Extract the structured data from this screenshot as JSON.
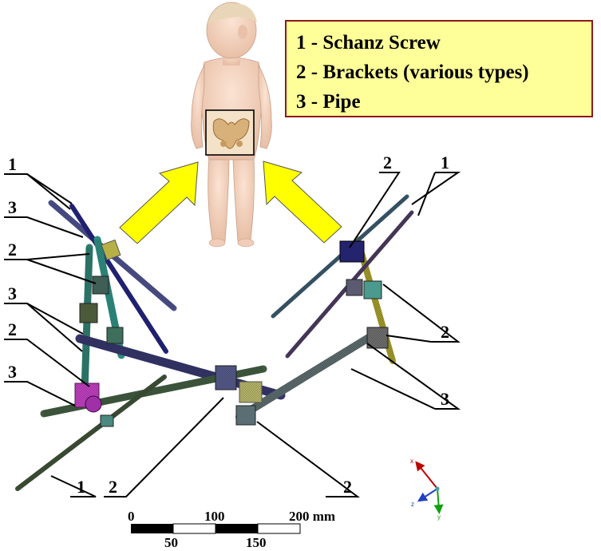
{
  "legend": {
    "items": [
      "1 - Schanz Screw",
      "2 - Brackets (various types)",
      "3 - Pipe"
    ]
  },
  "callouts": {
    "left_top_1": "1",
    "left_3a": "3",
    "left_2a": "2",
    "left_3b": "3",
    "left_2b": "2",
    "left_3c": "3",
    "right_2": "2",
    "right_1": "1",
    "right_2b": "2",
    "right_3": "3",
    "bottom_1": "1",
    "bottom_2a": "2",
    "bottom_2b": "2"
  },
  "scale_bar": {
    "top_labels": [
      "0",
      "100",
      "200 mm"
    ],
    "bottom_labels": [
      "50",
      "150"
    ]
  },
  "axes_triad": {
    "x": "x",
    "y": "y",
    "z": "z"
  },
  "colors": {
    "legend_background": "#ffff99",
    "legend_border": "#8b1a1a",
    "arrow_fill": "#ffff00",
    "screw_blue": "#2f2f8f",
    "pipe_teal": "#2f8f7f",
    "bracket_magenta": "#c040c0"
  }
}
